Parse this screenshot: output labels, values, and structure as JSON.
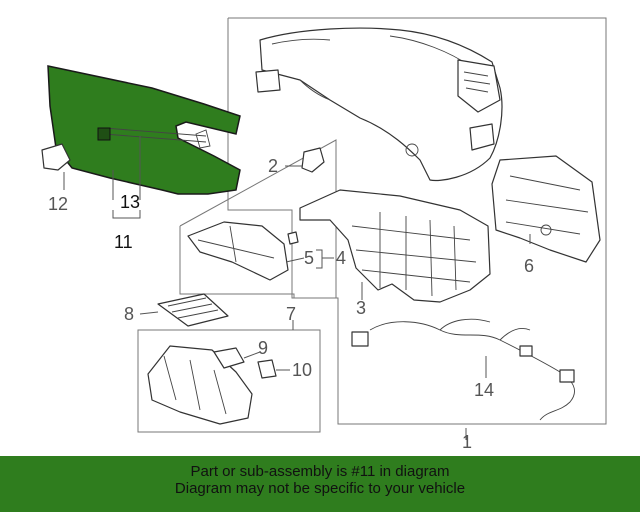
{
  "diagram": {
    "highlight_color": "#2f7d1e",
    "callouts": {
      "c1": "1",
      "c2": "2",
      "c3": "3",
      "c4": "4",
      "c5": "5",
      "c6": "6",
      "c7": "7",
      "c8": "8",
      "c9": "9",
      "c10": "10",
      "c11": "11",
      "c12": "12",
      "c13": "13",
      "c14": "14"
    }
  },
  "footer": {
    "line1": "Part or sub-assembly is #11 in diagram",
    "line2": "Diagram may not be specific to your vehicle",
    "background": "#2f7d1e"
  }
}
